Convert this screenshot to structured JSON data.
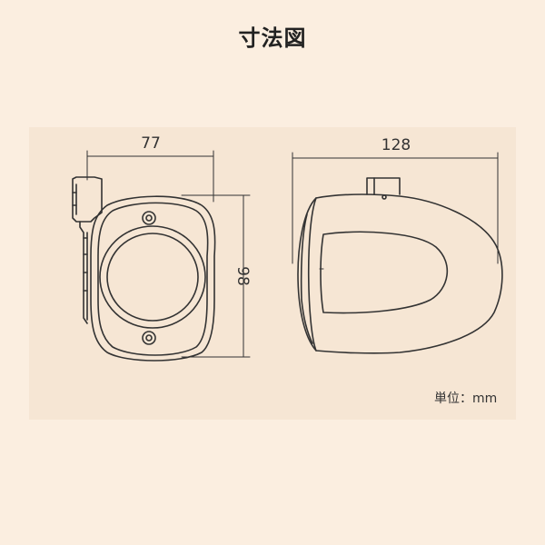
{
  "title": "寸法図",
  "dimensions": {
    "front_width": "77",
    "front_height": "98",
    "side_length": "128"
  },
  "unit_label": "単位：mm",
  "colors": {
    "background": "#fbeee0",
    "panel": "#f6e6d4",
    "line": "#333333"
  }
}
